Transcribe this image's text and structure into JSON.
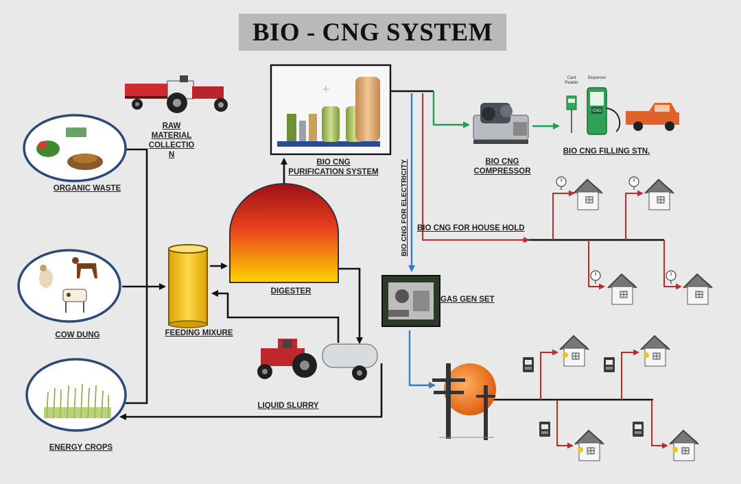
{
  "title": "BIO - CNG SYSTEM",
  "labels": {
    "raw_material": [
      "RAW",
      "MATERIAL",
      "COLLECTIO",
      "N"
    ],
    "organic_waste": "ORGANIC WASTE",
    "cow_dung": "COW DUNG",
    "energy_crops": "ENERGY CROPS",
    "feeding_mixture": "FEEDING MIXURE",
    "digester": "DIGESTER",
    "liquid_slurry": "LIQUID SLURRY",
    "purification": [
      "BIO CNG",
      "PURIFICATION SYSTEM"
    ],
    "compressor": [
      "BIO CNG",
      "COMPRESSOR"
    ],
    "filling_station": "BIO CNG FILLING STN.",
    "electricity": "BIO CNG FOR ELECTRICITY",
    "household": "BIO CNG FOR HOUSE HOLD",
    "gas_gen_set": "GAS GEN SET",
    "card_reader": [
      "Card",
      "Reader"
    ],
    "dispenser": "Dispenser",
    "cng_tag": "CNG"
  },
  "colors": {
    "black_line": "#111111",
    "red_line": "#c62828",
    "green_line": "#1e9e57",
    "blue_line": "#2f7fc1",
    "circle_border": "#2b4a78",
    "digester_top": "#b5121b",
    "digester_bottom": "#ffd200",
    "feed_tank": "#f5c320",
    "tractor_red": "#c0272d",
    "truck_orange": "#e0622a"
  }
}
